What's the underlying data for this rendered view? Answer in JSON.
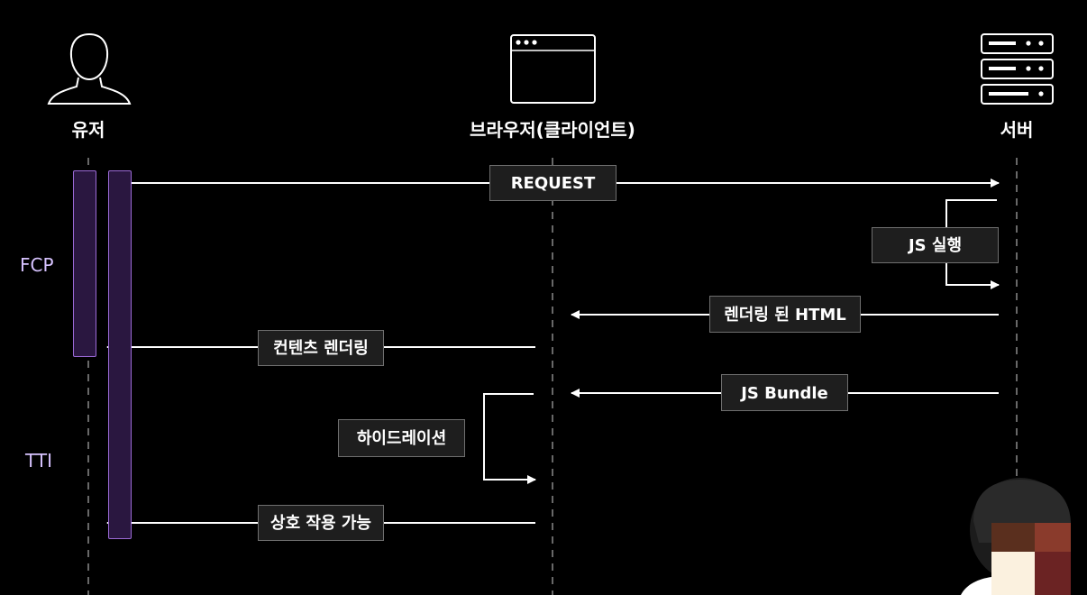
{
  "actors": {
    "user": "유저",
    "browser": "브라우저(클라이언트)",
    "server": "서버"
  },
  "side_labels": {
    "fcp": "FCP",
    "tti": "TTI"
  },
  "messages": {
    "request": "REQUEST",
    "js_exec": "JS 실행",
    "rendered_html": "렌더링 된 HTML",
    "content_render": "컨텐츠 렌더링",
    "js_bundle": "JS Bundle",
    "hydration": "하이드레이션",
    "interactive": "상호 작용 가능"
  },
  "colors": {
    "background": "#000000",
    "line": "#ffffff",
    "activation_border": "#9b6ad6",
    "activation_fill": "#2a1740",
    "label_box_fill": "#1e1e1e",
    "label_box_border": "#6f6f6f",
    "side_label": "#d7c3ff"
  },
  "icons": {
    "user": "person-silhouette-icon",
    "browser": "browser-window-icon",
    "server": "server-rack-icon"
  }
}
